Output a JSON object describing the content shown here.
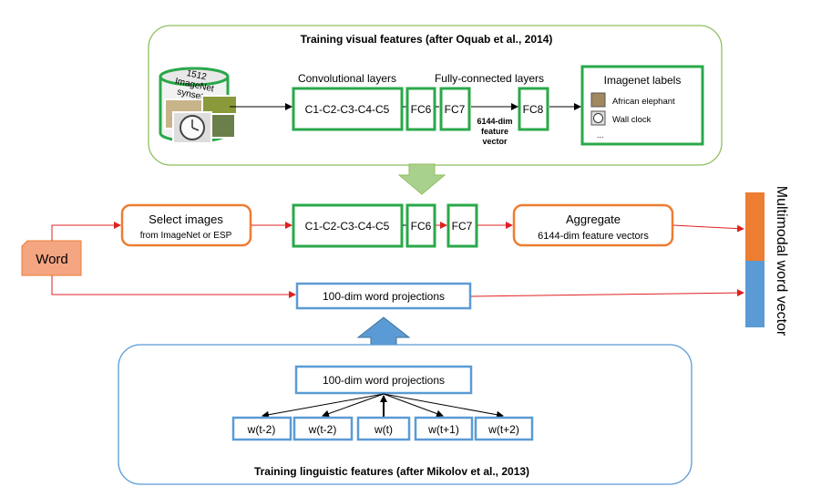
{
  "visual_panel": {
    "title": "Training visual features (after Oquab et al., 2014)",
    "database_label_line1": "1512",
    "database_label_line2": "ImageNet",
    "database_label_line3": "synsets",
    "conv_header": "Convolutional layers",
    "fc_header": "Fully-connected layers",
    "conv_block": "C1-C2-C3-C4-C5",
    "fc6": "FC6",
    "fc7": "FC7",
    "fc8": "FC8",
    "feature_line1": "6144-dim",
    "feature_line2": "feature",
    "feature_line3": "vector",
    "labels_title": "Imagenet labels",
    "label_1": "African elephant",
    "label_2": "Wall clock",
    "label_more": "..."
  },
  "middle": {
    "word": "Word",
    "select_line1": "Select images",
    "select_line2": "from ImageNet or ESP",
    "conv_block": "C1-C2-C3-C4-C5",
    "fc6": "FC6",
    "fc7": "FC7",
    "aggregate_line1": "Aggregate",
    "aggregate_line2": "6144-dim feature vectors",
    "word_projection": "100-dim word projections",
    "multimodal": "Multimodal word vector"
  },
  "linguistic_panel": {
    "title": "Training linguistic features (after Mikolov et al., 2013)",
    "projection": "100-dim word projections",
    "w1": "w(t-2)",
    "w2": "w(t-2)",
    "w3": "w(t)",
    "w4": "w(t+1)",
    "w5": "w(t+2)"
  },
  "colors": {
    "green": "#27a844",
    "panel_green": "#8fbf5f",
    "orange": "#ed7d31",
    "blue": "#5b9bd5",
    "red": "#e02020",
    "word_fill": "#f4a582",
    "big_arrow_green": "#a9d18e",
    "big_arrow_blue": "#5b9bd5"
  }
}
